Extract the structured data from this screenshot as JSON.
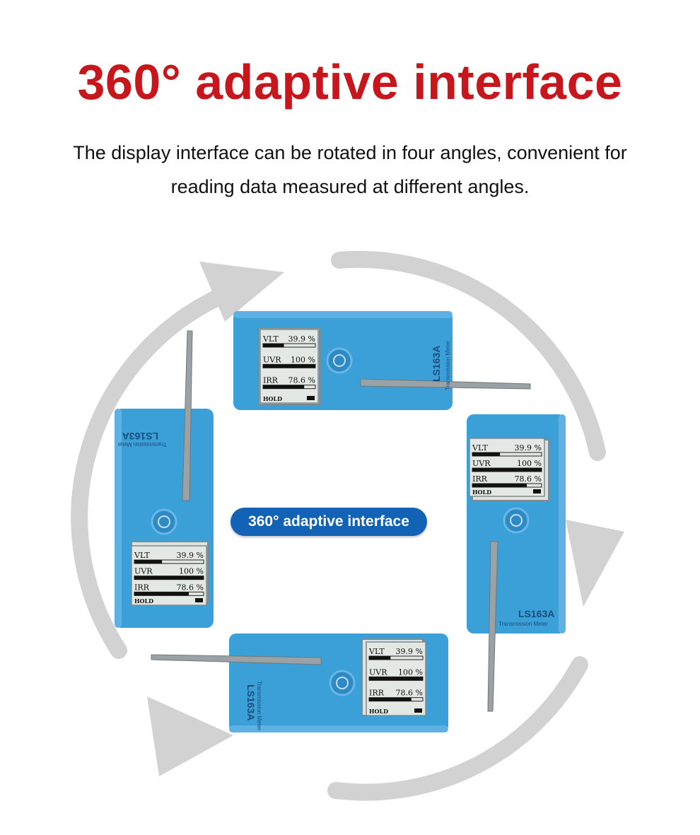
{
  "heading": "360° adaptive interface",
  "description": {
    "line1": "The display interface can be rotated in four angles, convenient for",
    "line2": "reading data measured at different angles."
  },
  "badge": "360° adaptive  interface",
  "device": {
    "model": "LS163A",
    "subtitle": "Transmission Meter",
    "hold": "HOLD",
    "rows": [
      {
        "label": "VLT",
        "value": "39.9",
        "unit": "%",
        "fill": 0.399
      },
      {
        "label": "UVR",
        "value": "100",
        "unit": "%",
        "fill": 1.0
      },
      {
        "label": "IRR",
        "value": "78.6",
        "unit": "%",
        "fill": 0.786
      }
    ]
  },
  "colors": {
    "heading": "#c8161d",
    "device_body": "#3b9fd8",
    "arrow": "#d2d2d2",
    "badge": "#1262b5"
  }
}
